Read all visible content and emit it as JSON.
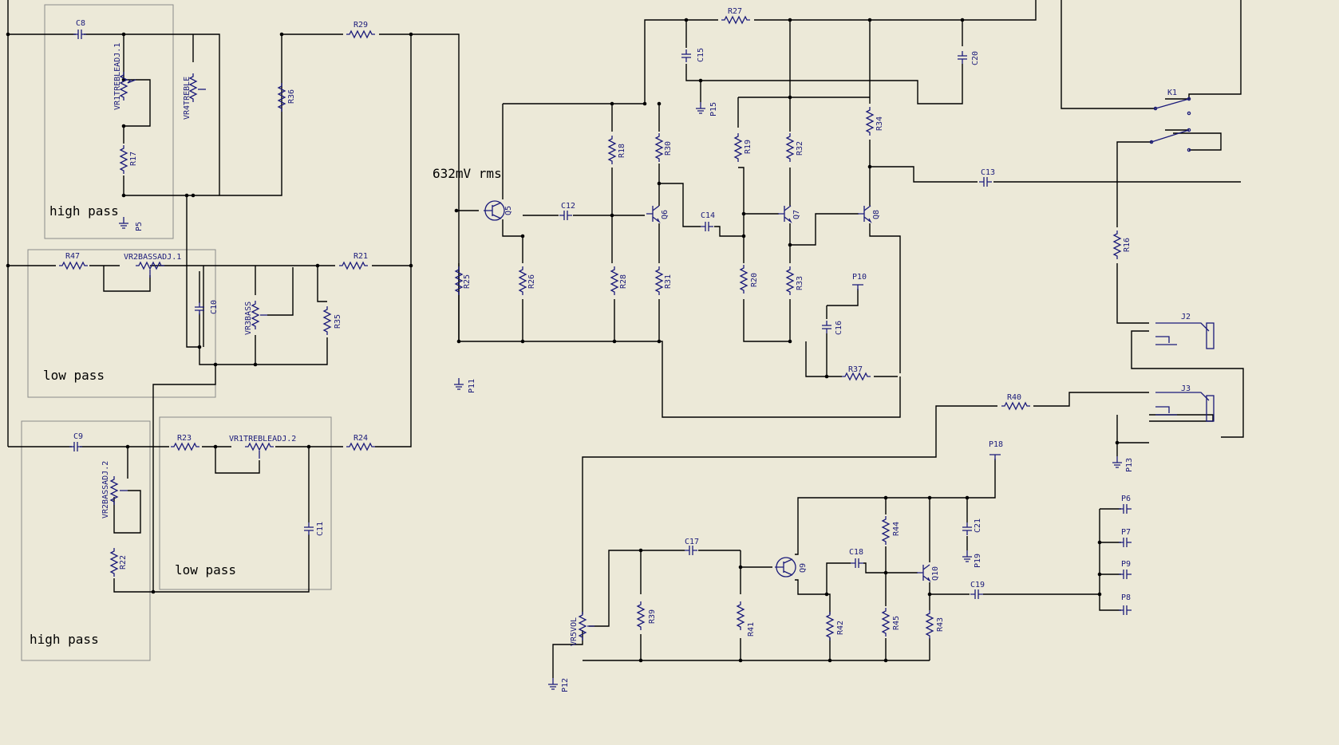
{
  "notes": {
    "high_pass_top": "high pass",
    "low_pass_mid": "low pass",
    "high_pass_bottom": "high pass",
    "low_pass_bottom": "low pass",
    "signal_level": "632mV rms"
  },
  "components": {
    "C8": "C8",
    "C9": "C9",
    "C10": "C10",
    "C11": "C11",
    "C12": "C12",
    "C13": "C13",
    "C14": "C14",
    "C15": "C15",
    "C16": "C16",
    "C17": "C17",
    "C18": "C18",
    "C19": "C19",
    "C20": "C20",
    "C21": "C21",
    "R16": "R16",
    "R17": "R17",
    "R18": "R18",
    "R19": "R19",
    "R20": "R20",
    "R21": "R21",
    "R22": "R22",
    "R23": "R23",
    "R24": "R24",
    "R25": "R25",
    "R26": "R26",
    "R27": "R27",
    "R28": "R28",
    "R29": "R29",
    "R30": "R30",
    "R31": "R31",
    "R32": "R32",
    "R33": "R33",
    "R34": "R34",
    "R35": "R35",
    "R36": "R36",
    "R37": "R37",
    "R39": "R39",
    "R40": "R40",
    "R41": "R41",
    "R42": "R42",
    "R43": "R43",
    "R44": "R44",
    "R45": "R45",
    "R47": "R47",
    "Q5": "Q5",
    "Q6": "Q6",
    "Q7": "Q7",
    "Q8": "Q8",
    "Q9": "Q9",
    "Q10": "Q10",
    "K1": "K1",
    "J2": "J2",
    "J3": "J3",
    "VR1TREBLEADJ1": "VR1TREBLEADJ.1",
    "VR1TREBLEADJ2": "VR1TREBLEADJ.2",
    "VR2BASSADJ1": "VR2BASSADJ.1",
    "VR2BASSADJ2": "VR2BASSADJ.2",
    "VR3BASS": "VR3BASS",
    "VR4TREBLE": "VR4TREBLE",
    "VR5VOL": "VR5VOL",
    "P5": "P5",
    "P6": "P6",
    "P7": "P7",
    "P8": "P8",
    "P9": "P9",
    "P10": "P10",
    "P11": "P11",
    "P12": "P12",
    "P13": "P13",
    "P15": "P15",
    "P18": "P18",
    "P19": "P19"
  },
  "colors": {
    "background": "#ece9d8",
    "wire": "#000000",
    "component": "#1a1a7a",
    "section_box": "#8a8a8a"
  }
}
